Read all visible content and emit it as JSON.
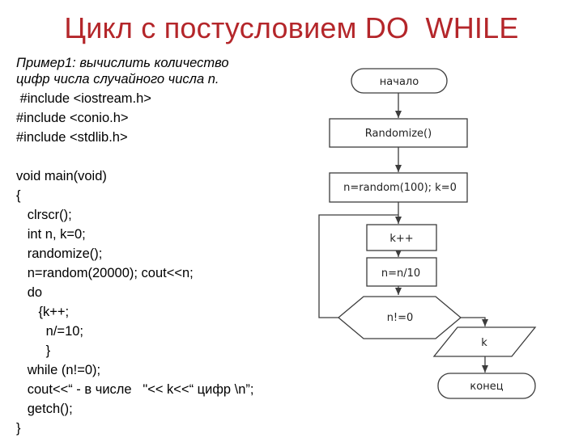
{
  "title": "Цикл с постусловием DO  WHILE",
  "description": [
    "Пример1: вычислить количество",
    "цифр числа случайного числа n."
  ],
  "includes": [
    " #include <iostream.h>",
    "#include <conio.h>",
    "#include <stdlib.h>"
  ],
  "code": [
    "void main(void)",
    "{",
    "   clrscr();",
    "   int n, k=0;",
    "   randomize();",
    "   n=random(20000); cout<<n;",
    "   do",
    "      {k++;",
    "        n/=10;",
    "        }",
    "   while (n!=0);",
    "   cout<<“ - в числе   \"<< k<<“ цифр \\n”;",
    "   getch();",
    "}"
  ],
  "flowchart": {
    "start": "начало",
    "randomize": "Randomize()",
    "init": "n=random(100);  k=0",
    "increment": "k++",
    "divide": "n=n/10",
    "condition": "n!=0",
    "output": "k",
    "end": "конец"
  },
  "colors": {
    "title": "#b4262a",
    "shape_fill": "#ffffff",
    "shape_stroke": "#3c3c3c"
  }
}
